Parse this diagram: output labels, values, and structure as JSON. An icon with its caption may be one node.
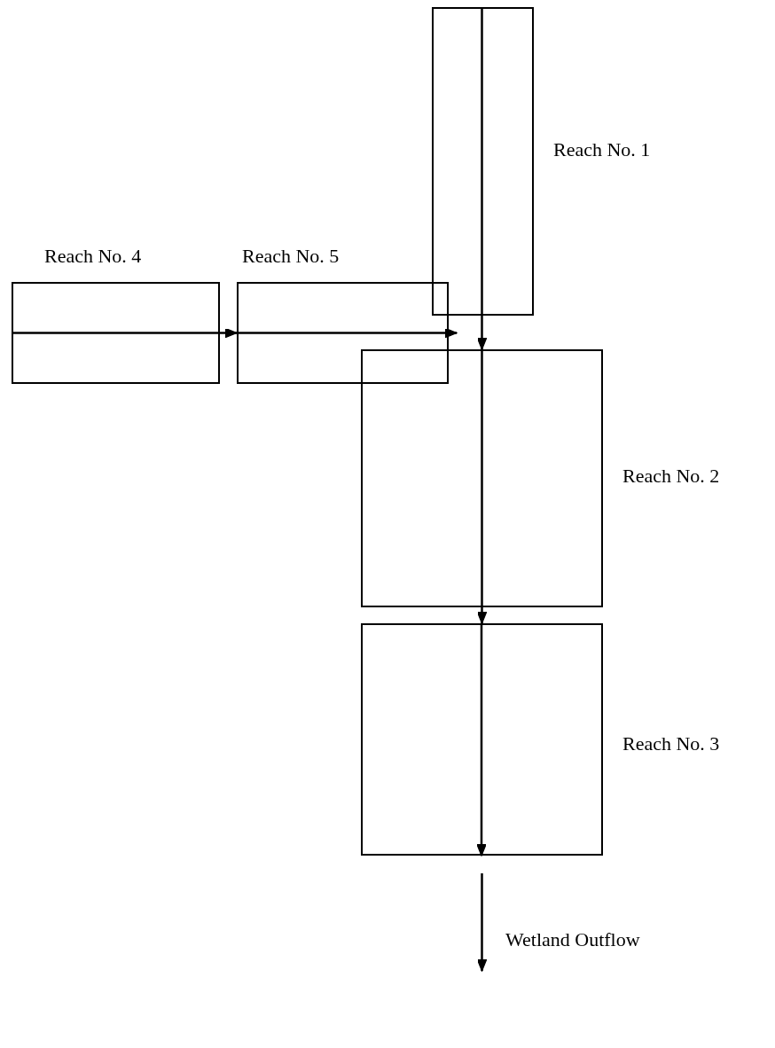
{
  "diagram": {
    "nodes": [
      {
        "text": [],
        "shape": "box",
        "beside": [
          "Reach No. 1"
        ]
      },
      {
        "text": [],
        "shape": "box",
        "beside": [
          "Reach No. 4"
        ]
      },
      {
        "text": [],
        "shape": "box",
        "beside": [
          "Reach No. 5"
        ]
      },
      {
        "text": [],
        "shape": "box",
        "beside": [
          "Reach No. 2"
        ]
      },
      {
        "text": [],
        "shape": "box",
        "beside": [
          "Reach No. 3"
        ]
      }
    ],
    "edges": [
      {
        "from": 1,
        "to": 2,
        "arrow": "to"
      },
      {
        "from": 2,
        "to": 3,
        "arrow": "to"
      },
      {
        "from": 0,
        "to": 3,
        "arrow": "to"
      },
      {
        "from": 3,
        "to": 4,
        "arrow": "to"
      },
      {
        "from": 4,
        "to": null,
        "arrow": "to",
        "label": "Wetland Outflow"
      }
    ]
  }
}
